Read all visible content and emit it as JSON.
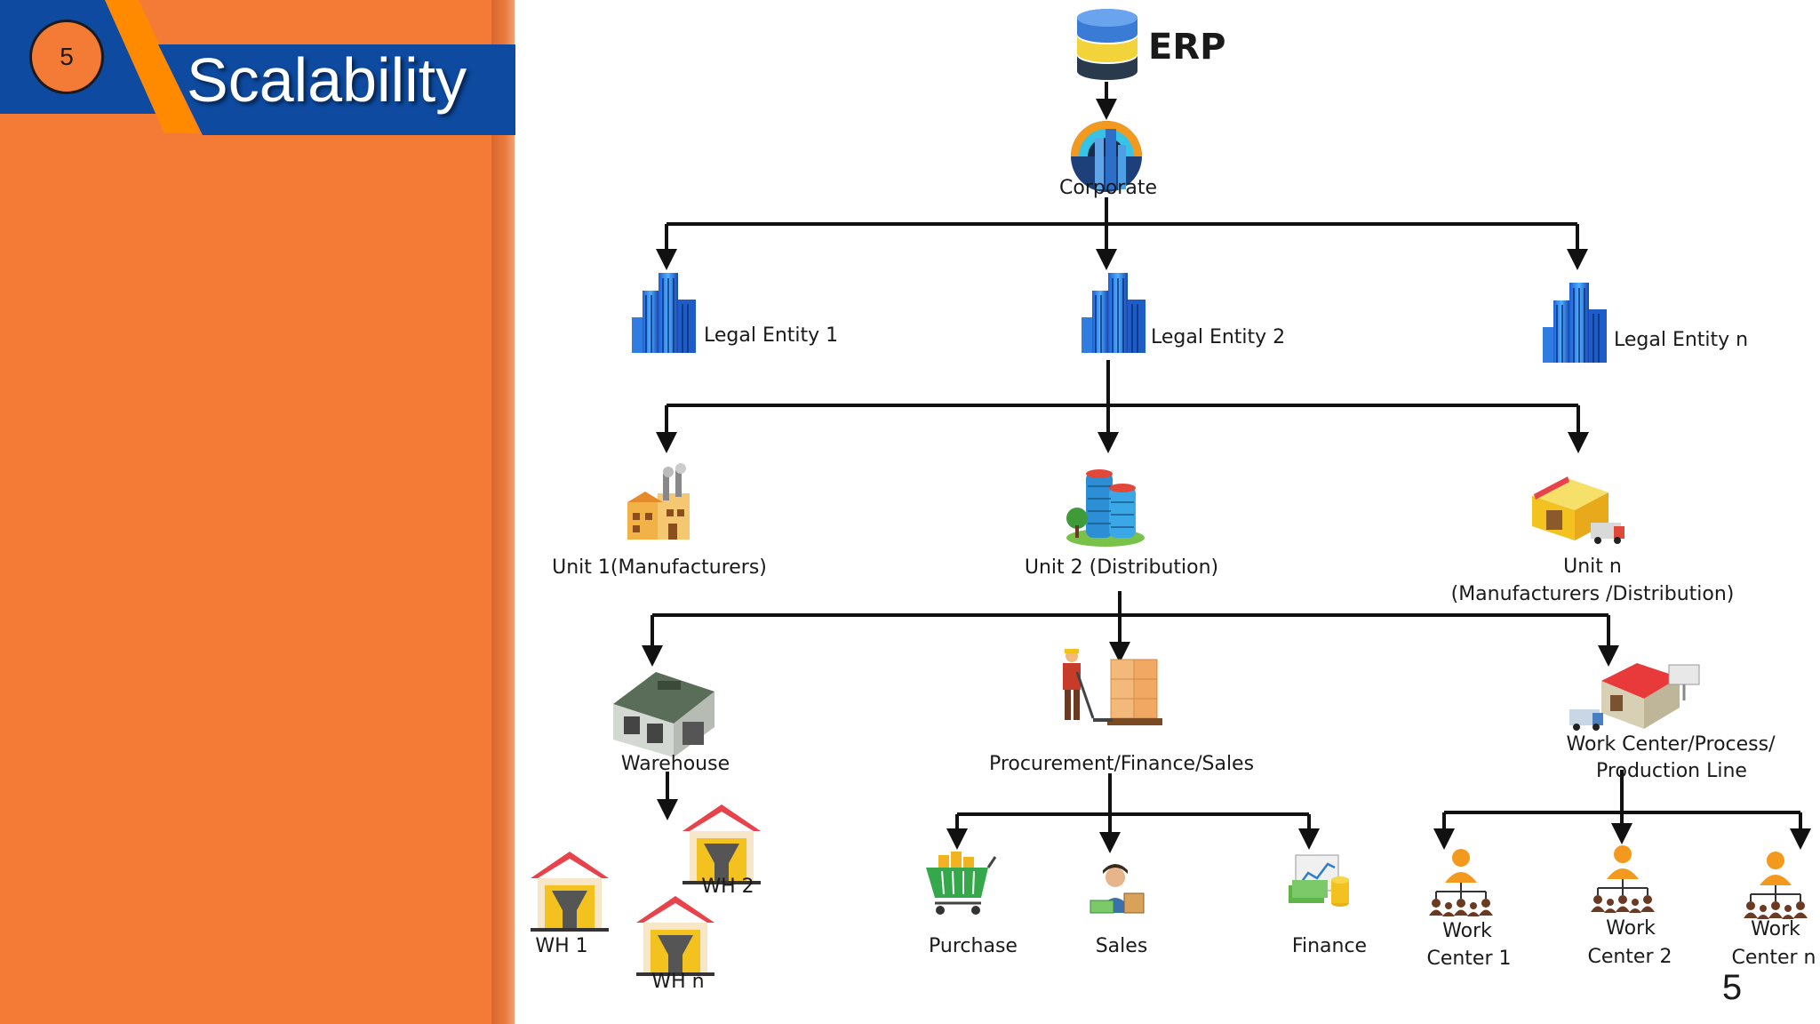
{
  "slide": {
    "badge": "5",
    "title": "Scalability",
    "page_number": "5"
  },
  "colors": {
    "panel_orange": "#f47b36",
    "title_blue": "#0d4aa0",
    "accent_orange": "#ff8a00"
  },
  "diagram": {
    "erp": {
      "label": "ERP",
      "icon": "database-icon"
    },
    "corporate": {
      "label": "Corporate",
      "icon": "corporate-globe-icon"
    },
    "legal_entities": [
      {
        "label": "Legal Entity 1",
        "icon": "skyscraper-icon"
      },
      {
        "label": "Legal Entity 2",
        "icon": "skyscraper-icon"
      },
      {
        "label": "Legal Entity n",
        "icon": "skyscraper-icon"
      }
    ],
    "units": [
      {
        "label": "Unit 1(Manufacturers)",
        "icon": "factory-icon"
      },
      {
        "label": "Unit 2 (Distribution)",
        "icon": "office-tower-icon"
      },
      {
        "label_line1": "Unit n",
        "label_line2": "(Manufacturers /Distribution)",
        "icon": "distribution-center-icon"
      }
    ],
    "departments": [
      {
        "label": "Warehouse",
        "icon": "warehouse-icon"
      },
      {
        "label": "Procurement/Finance/Sales",
        "icon": "pallet-worker-icon"
      },
      {
        "label_line1": "Work Center/Process/",
        "label_line2": "Production Line",
        "icon": "production-plant-icon"
      }
    ],
    "warehouses": [
      {
        "label": "WH 1",
        "icon": "small-warehouse-icon"
      },
      {
        "label": "WH 2",
        "icon": "small-warehouse-icon"
      },
      {
        "label": "WH n",
        "icon": "small-warehouse-icon"
      }
    ],
    "functions": [
      {
        "label": "Purchase",
        "icon": "shopping-cart-icon"
      },
      {
        "label": "Sales",
        "icon": "salesperson-icon"
      },
      {
        "label": "Finance",
        "icon": "finance-chart-icon"
      }
    ],
    "work_centers": [
      {
        "label_line1": "Work",
        "label_line2": "Center 1",
        "icon": "org-hierarchy-icon"
      },
      {
        "label_line1": "Work",
        "label_line2": "Center 2",
        "icon": "org-hierarchy-icon"
      },
      {
        "label_line1": "Work",
        "label_line2": "Center n",
        "icon": "org-hierarchy-icon"
      }
    ]
  }
}
